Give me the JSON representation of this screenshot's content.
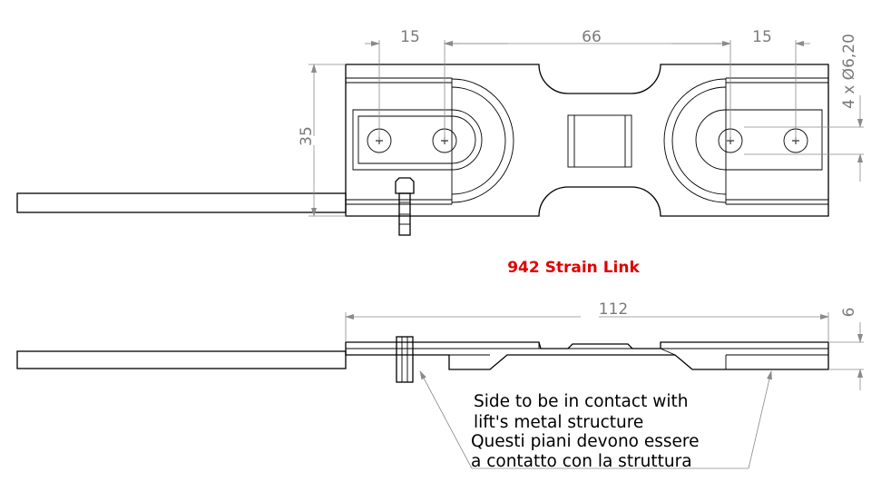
{
  "title": "942 Strain Link",
  "dimensions": {
    "left_pitch": "15",
    "center_span": "66",
    "right_pitch": "15",
    "hole_spec": "4 x Ø6,20",
    "height": "35",
    "overall_length": "112",
    "thickness": "6"
  },
  "note": {
    "line1": "Side to be in contact with",
    "line2": "lift's metal structure",
    "line3": "Questi piani devono essere",
    "line4": "a contatto con la struttura"
  }
}
